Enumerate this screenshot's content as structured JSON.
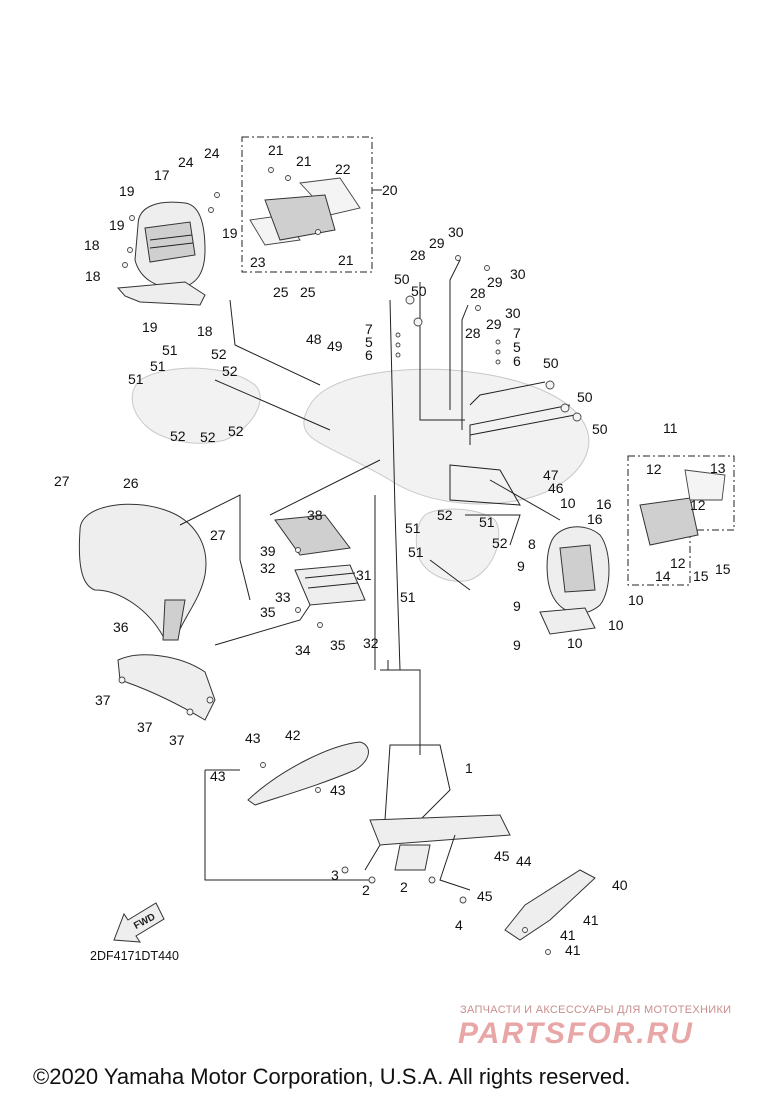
{
  "diagram": {
    "drawing_code": "2DF4171DT440",
    "copyright": "©2020 Yamaha Motor Corporation, U.S.A. All rights reserved.",
    "fwd_label": "FWD",
    "watermark": {
      "tagline": "ЗАПЧАСТИ И АКСЕССУАРЫ ДЛЯ МОТОТЕХНИКИ",
      "brand": "PARTSFOR.RU"
    },
    "callouts": [
      {
        "id": "c-1",
        "text": "1"
      },
      {
        "id": "c-2a",
        "text": "2"
      },
      {
        "id": "c-2b",
        "text": "2"
      },
      {
        "id": "c-3",
        "text": "3"
      },
      {
        "id": "c-4",
        "text": "4"
      },
      {
        "id": "c-5a",
        "text": "5"
      },
      {
        "id": "c-5b",
        "text": "5"
      },
      {
        "id": "c-6a",
        "text": "6"
      },
      {
        "id": "c-6b",
        "text": "6"
      },
      {
        "id": "c-7a",
        "text": "7"
      },
      {
        "id": "c-7b",
        "text": "7"
      },
      {
        "id": "c-8",
        "text": "8"
      },
      {
        "id": "c-9a",
        "text": "9"
      },
      {
        "id": "c-9b",
        "text": "9"
      },
      {
        "id": "c-9c",
        "text": "9"
      },
      {
        "id": "c-10a",
        "text": "10"
      },
      {
        "id": "c-10b",
        "text": "10"
      },
      {
        "id": "c-10c",
        "text": "10"
      },
      {
        "id": "c-10d",
        "text": "10"
      },
      {
        "id": "c-11",
        "text": "11"
      },
      {
        "id": "c-12a",
        "text": "12"
      },
      {
        "id": "c-12b",
        "text": "12"
      },
      {
        "id": "c-12c",
        "text": "12"
      },
      {
        "id": "c-13",
        "text": "13"
      },
      {
        "id": "c-14",
        "text": "14"
      },
      {
        "id": "c-15a",
        "text": "15"
      },
      {
        "id": "c-15b",
        "text": "15"
      },
      {
        "id": "c-16a",
        "text": "16"
      },
      {
        "id": "c-16b",
        "text": "16"
      },
      {
        "id": "c-17",
        "text": "17"
      },
      {
        "id": "c-18a",
        "text": "18"
      },
      {
        "id": "c-18b",
        "text": "18"
      },
      {
        "id": "c-18c",
        "text": "18"
      },
      {
        "id": "c-19a",
        "text": "19"
      },
      {
        "id": "c-19b",
        "text": "19"
      },
      {
        "id": "c-19c",
        "text": "19"
      },
      {
        "id": "c-19d",
        "text": "19"
      },
      {
        "id": "c-20",
        "text": "20"
      },
      {
        "id": "c-21a",
        "text": "21"
      },
      {
        "id": "c-21b",
        "text": "21"
      },
      {
        "id": "c-21c",
        "text": "21"
      },
      {
        "id": "c-22",
        "text": "22"
      },
      {
        "id": "c-23",
        "text": "23"
      },
      {
        "id": "c-24a",
        "text": "24"
      },
      {
        "id": "c-24b",
        "text": "24"
      },
      {
        "id": "c-25a",
        "text": "25"
      },
      {
        "id": "c-25b",
        "text": "25"
      },
      {
        "id": "c-26",
        "text": "26"
      },
      {
        "id": "c-27a",
        "text": "27"
      },
      {
        "id": "c-27b",
        "text": "27"
      },
      {
        "id": "c-28a",
        "text": "28"
      },
      {
        "id": "c-28b",
        "text": "28"
      },
      {
        "id": "c-28c",
        "text": "28"
      },
      {
        "id": "c-29a",
        "text": "29"
      },
      {
        "id": "c-29b",
        "text": "29"
      },
      {
        "id": "c-29c",
        "text": "29"
      },
      {
        "id": "c-30a",
        "text": "30"
      },
      {
        "id": "c-30b",
        "text": "30"
      },
      {
        "id": "c-30c",
        "text": "30"
      },
      {
        "id": "c-31",
        "text": "31"
      },
      {
        "id": "c-32a",
        "text": "32"
      },
      {
        "id": "c-32b",
        "text": "32"
      },
      {
        "id": "c-33",
        "text": "33"
      },
      {
        "id": "c-34",
        "text": "34"
      },
      {
        "id": "c-35a",
        "text": "35"
      },
      {
        "id": "c-35b",
        "text": "35"
      },
      {
        "id": "c-36",
        "text": "36"
      },
      {
        "id": "c-37a",
        "text": "37"
      },
      {
        "id": "c-37b",
        "text": "37"
      },
      {
        "id": "c-37c",
        "text": "37"
      },
      {
        "id": "c-38",
        "text": "38"
      },
      {
        "id": "c-39",
        "text": "39"
      },
      {
        "id": "c-40",
        "text": "40"
      },
      {
        "id": "c-41a",
        "text": "41"
      },
      {
        "id": "c-41b",
        "text": "41"
      },
      {
        "id": "c-41c",
        "text": "41"
      },
      {
        "id": "c-42",
        "text": "42"
      },
      {
        "id": "c-43a",
        "text": "43"
      },
      {
        "id": "c-43b",
        "text": "43"
      },
      {
        "id": "c-43c",
        "text": "43"
      },
      {
        "id": "c-44",
        "text": "44"
      },
      {
        "id": "c-45a",
        "text": "45"
      },
      {
        "id": "c-45b",
        "text": "45"
      },
      {
        "id": "c-46",
        "text": "46"
      },
      {
        "id": "c-47",
        "text": "47"
      },
      {
        "id": "c-48",
        "text": "48"
      },
      {
        "id": "c-49",
        "text": "49"
      },
      {
        "id": "c-50a",
        "text": "50"
      },
      {
        "id": "c-50b",
        "text": "50"
      },
      {
        "id": "c-50c",
        "text": "50"
      },
      {
        "id": "c-50d",
        "text": "50"
      },
      {
        "id": "c-50e",
        "text": "50"
      },
      {
        "id": "c-51a",
        "text": "51"
      },
      {
        "id": "c-51b",
        "text": "51"
      },
      {
        "id": "c-51c",
        "text": "51"
      },
      {
        "id": "c-51d",
        "text": "51"
      },
      {
        "id": "c-51e",
        "text": "51"
      },
      {
        "id": "c-51f",
        "text": "51"
      },
      {
        "id": "c-51g",
        "text": "51"
      },
      {
        "id": "c-52a",
        "text": "52"
      },
      {
        "id": "c-52b",
        "text": "52"
      },
      {
        "id": "c-52c",
        "text": "52"
      },
      {
        "id": "c-52d",
        "text": "52"
      },
      {
        "id": "c-52e",
        "text": "52"
      },
      {
        "id": "c-52f",
        "text": "52"
      },
      {
        "id": "c-52g",
        "text": "52"
      }
    ]
  }
}
